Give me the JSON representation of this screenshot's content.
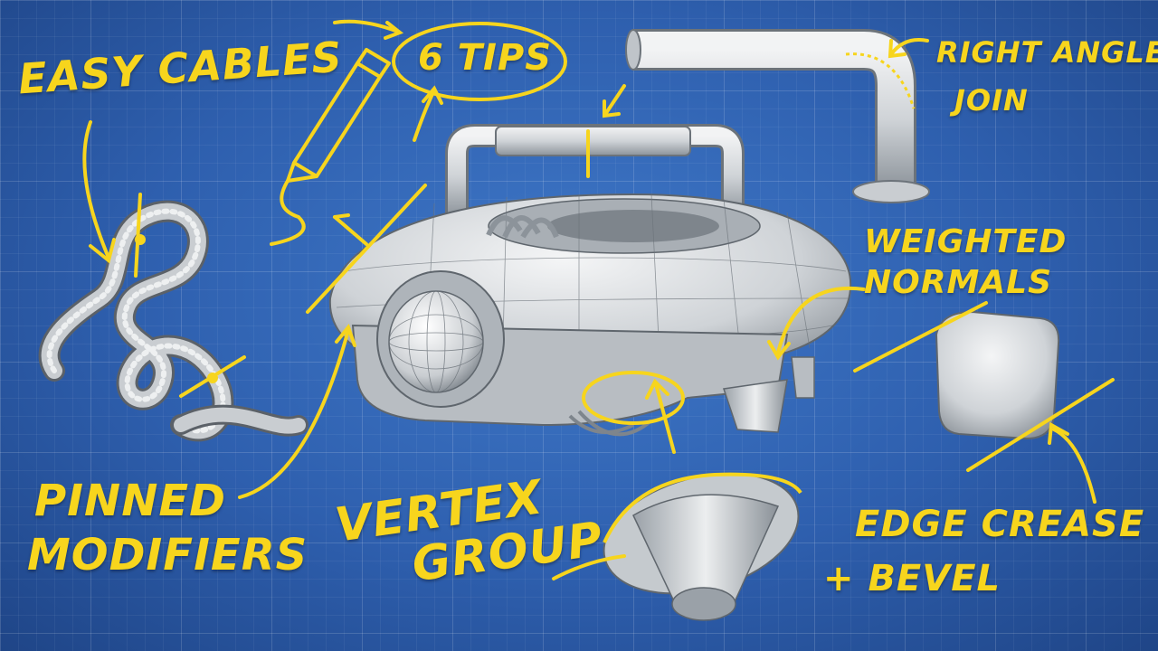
{
  "labels": {
    "easy_cables": "Easy Cables",
    "six_tips": "6 Tips",
    "right_angle": "Right angle",
    "join": "join",
    "weighted": "Weighted",
    "normals": "Normals",
    "pinned": "Pinned",
    "modifiers": "Modifiers",
    "vertex": "Vertex",
    "group": "Group",
    "edge_crease": "Edge Crease",
    "bevel": "+ Bevel"
  },
  "colors": {
    "accent": "#f7d51d",
    "background": "#2e5fae",
    "model": "#d4d8dc"
  }
}
